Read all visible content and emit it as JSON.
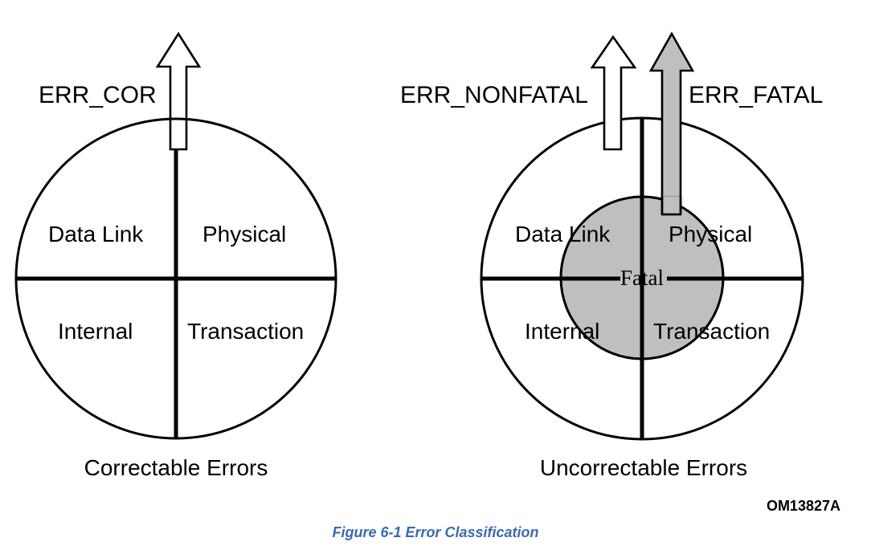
{
  "figure": {
    "caption": "Figure 6-1  Error Classification",
    "caption_color": "#3A6BB0",
    "plate_code": "OM13827A",
    "background_color": "#FFFFFF",
    "line_color": "#000000",
    "fill_gray": "#BFBFBF"
  },
  "diagrams": [
    {
      "id": "correctable",
      "group_caption": "Correctable Errors",
      "quadrants": [
        {
          "name": "data-link",
          "label": "Data Link",
          "position": "top-left"
        },
        {
          "name": "physical",
          "label": "Physical",
          "position": "top-right"
        },
        {
          "name": "internal",
          "label": "Internal",
          "position": "bottom-left"
        },
        {
          "name": "transaction",
          "label": "Transaction",
          "position": "bottom-right"
        }
      ],
      "signals": [
        {
          "name": "err-cor",
          "label": "ERR_COR",
          "style": "outline",
          "color": "#FFFFFF"
        }
      ],
      "inner_region": null
    },
    {
      "id": "uncorrectable",
      "group_caption": "Uncorrectable Errors",
      "quadrants": [
        {
          "name": "data-link",
          "label": "Data Link",
          "position": "top-left"
        },
        {
          "name": "physical",
          "label": "Physical",
          "position": "top-right"
        },
        {
          "name": "internal",
          "label": "Internal",
          "position": "bottom-left"
        },
        {
          "name": "transaction",
          "label": "Transaction",
          "position": "bottom-right"
        }
      ],
      "signals": [
        {
          "name": "err-nonfatal",
          "label": "ERR_NONFATAL",
          "style": "outline",
          "color": "#FFFFFF"
        },
        {
          "name": "err-fatal",
          "label": "ERR_FATAL",
          "style": "filled",
          "color": "#BFBFBF"
        }
      ],
      "inner_region": {
        "name": "fatal",
        "label": "Fatal",
        "fill": "#BFBFBF"
      }
    }
  ]
}
